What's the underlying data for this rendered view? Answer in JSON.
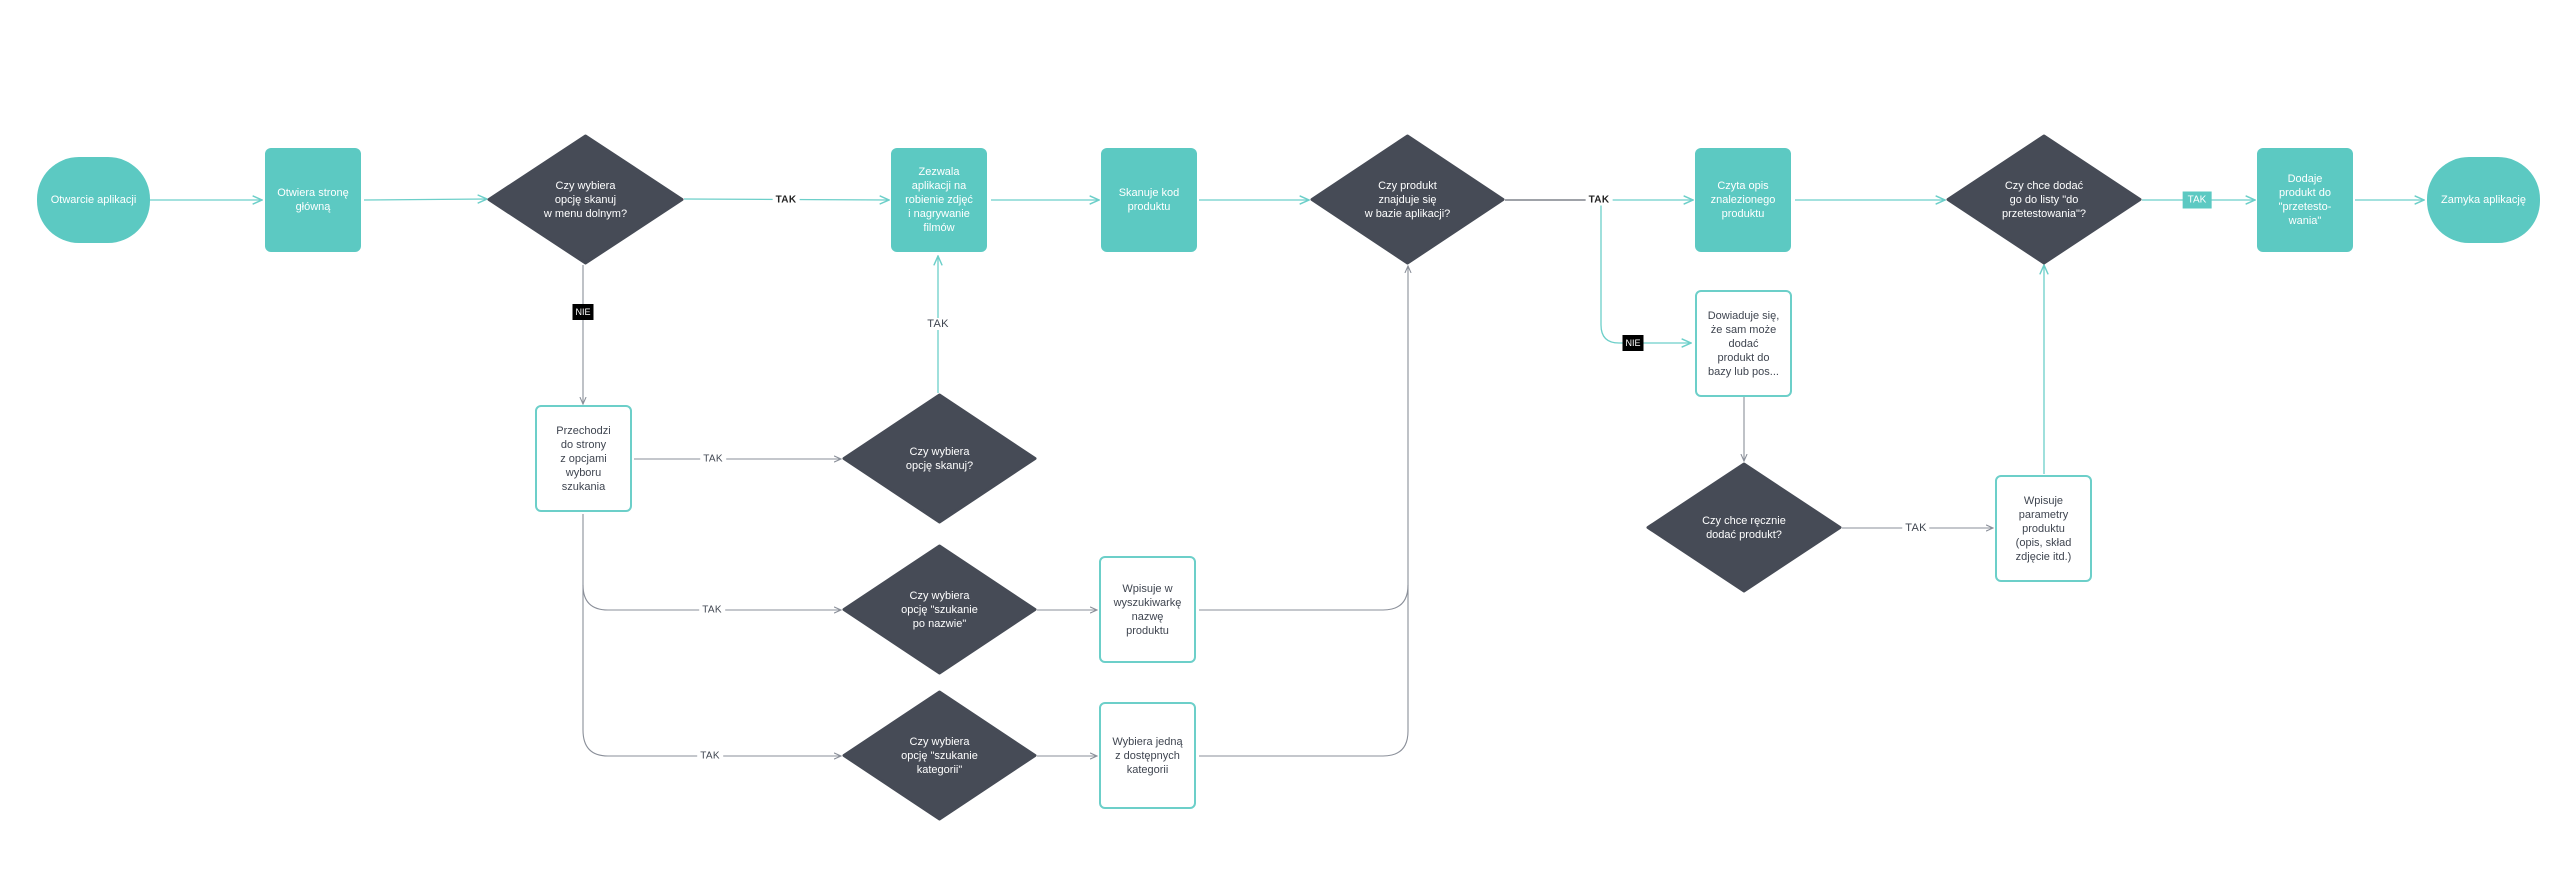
{
  "colors": {
    "teal": "#5cc9c2",
    "teal_outline": "#6ccfc9",
    "diamond": "#464b56",
    "connector_teal": "#6ccfc9",
    "connector_gray": "#8a8f99"
  },
  "nodes": {
    "start": "Otwarcie aplikacji",
    "open_main": "Otwiera stronę\ngłówną",
    "q_scan_menu": "Czy wybiera\nopcję skanuj\nw menu dolnym?",
    "allow_camera": "Zezwala\naplikacji na\nrobienie zdjęć\ni nagrywanie\nfilmów",
    "scan_code": "Skanuje kod\nproduktu",
    "q_in_db": "Czy produkt\nznajduje się\nw bazie aplikacji?",
    "read_desc": "Czyta opis\nznalezionego\nproduktu",
    "q_add_list": "Czy chce dodać\ngo do listy \"do\nprzetestowania\"?",
    "add_product": "Dodaje\nprodukt do\n\"przetesto-\nwania\"",
    "end": "Zamyka aplikację",
    "search_page": "Przechodzi\ndo strony\nz opcjami\nwyboru\nszukania",
    "q_scan_option": "Czy wybiera\nopcję skanuj?",
    "q_search_name": "Czy wybiera\nopcję \"szukanie\npo nazwie\"",
    "q_search_category": "Czy wybiera\nopcję \"szukanie\nkategorii\"",
    "type_name": "Wpisuje w\nwyszukiwarkę\nnazwę\nproduktu",
    "choose_category": "Wybiera jedną\nz dostępnych\nkategorii",
    "learns_add": "Dowiaduje się,\nże sam może\ndodać\nprodukt do\nbazy lub pos...",
    "q_manual_add": "Czy chce ręcznie\ndodać produkt?",
    "enter_params": "Wpisuje\nparametry\nproduktu\n(opis, skład\nzdjęcie itd.)"
  },
  "labels": {
    "yes": "TAK",
    "no": "NIE"
  }
}
